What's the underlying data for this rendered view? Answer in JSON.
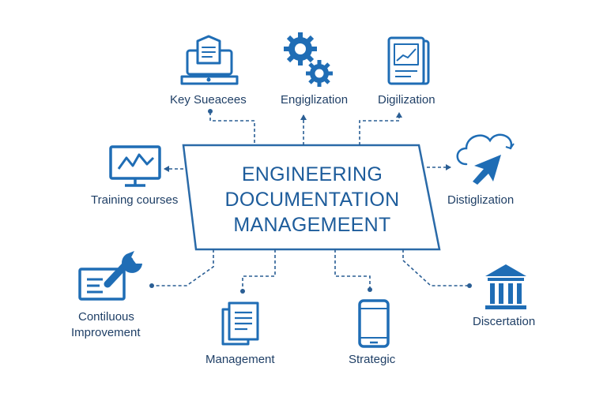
{
  "colors": {
    "primary": "#1f6db5",
    "text": "#1f3f66",
    "title": "#1d5c9b",
    "connector": "#2a5e94",
    "box_fill": "#ffffff",
    "box_stroke": "#2a6aa8"
  },
  "center": {
    "line1": "ENGINEERING",
    "line2": "DOCUMENTATION",
    "line3": "MANAGEMEENT"
  },
  "nodes": {
    "key_successes": {
      "label": "Key Sueacees",
      "icon": "laptop-document-icon"
    },
    "engineering": {
      "label": "Engiglization",
      "icon": "gears-icon"
    },
    "digitalization_top": {
      "label": "Digilization",
      "icon": "tablet-chart-icon"
    },
    "training": {
      "label": "Training courses",
      "icon": "monitor-chart-icon"
    },
    "digitization_right": {
      "label": "Distiglization",
      "icon": "cloud-cursor-icon"
    },
    "improvement": {
      "line1": "Contiluous",
      "line2": "Improvement",
      "icon": "wrench-card-icon"
    },
    "management": {
      "label": "Management",
      "icon": "documents-icon"
    },
    "strategic": {
      "label": "Strategic",
      "icon": "smartphone-icon"
    },
    "dissertation": {
      "label": "Discertation",
      "icon": "institution-icon"
    }
  }
}
